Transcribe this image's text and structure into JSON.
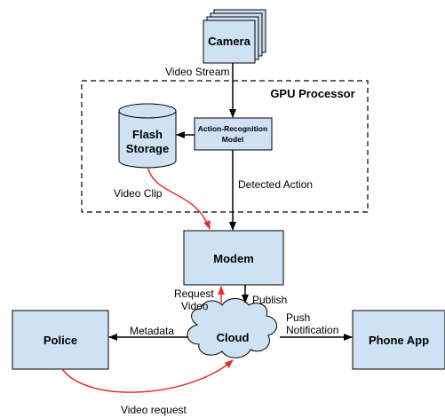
{
  "nodes": {
    "camera": "Camera",
    "gpu_processor": "GPU Processor",
    "action_model_line1": "Action-Recognition",
    "action_model_line2": "Model",
    "flash_line1": "Flash",
    "flash_line2": "Storage",
    "modem": "Modem",
    "police": "Police",
    "cloud": "Cloud",
    "phone_app": "Phone App"
  },
  "edges": {
    "video_stream": "Video Stream",
    "detected_action": "Detected Action",
    "video_clip": "Video Clip",
    "request_video_line1": "Request",
    "request_video_line2": "Video",
    "publish": "Publish",
    "metadata": "Metadata",
    "push_line1": "Push",
    "push_line2": "Notification",
    "video_request": "Video request"
  },
  "colors": {
    "box_fill": "#cfe2f3",
    "stroke": "#000000",
    "red_arrow": "#e8302b"
  }
}
